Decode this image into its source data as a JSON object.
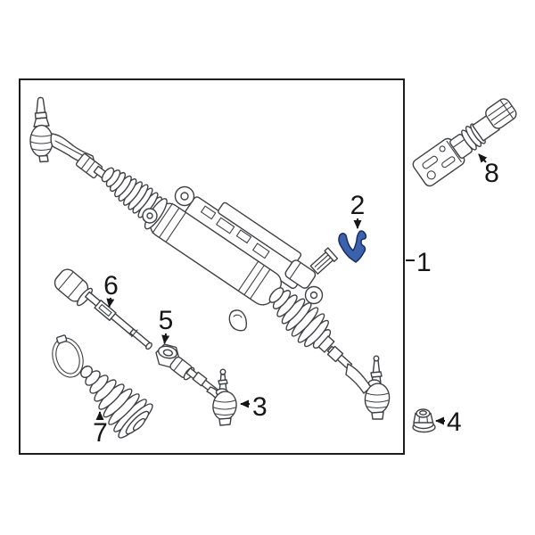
{
  "figure": {
    "kind": "exploded-parts-diagram",
    "subject": "rack-and-pinion-steering-gear",
    "colors": {
      "background": "#ffffff",
      "line": "#3f4043",
      "frame": "#1d1d1d",
      "label": "#161616",
      "highlight_fill": "#3b62ad",
      "highlight_outline": "#1d2b60"
    },
    "callouts": [
      {
        "label": "1",
        "part": "steering-gear-assembly",
        "highlighted": false
      },
      {
        "label": "2",
        "part": "retaining-clip",
        "highlighted": true
      },
      {
        "label": "3",
        "part": "outer-tie-rod-end",
        "highlighted": false
      },
      {
        "label": "4",
        "part": "lock-nut",
        "highlighted": false
      },
      {
        "label": "5",
        "part": "jam-nut",
        "highlighted": false
      },
      {
        "label": "6",
        "part": "inner-tie-rod",
        "highlighted": false
      },
      {
        "label": "7",
        "part": "boot-and-clamp",
        "highlighted": false
      },
      {
        "label": "8",
        "part": "coupling-u-joint-shaft",
        "highlighted": false
      }
    ]
  }
}
